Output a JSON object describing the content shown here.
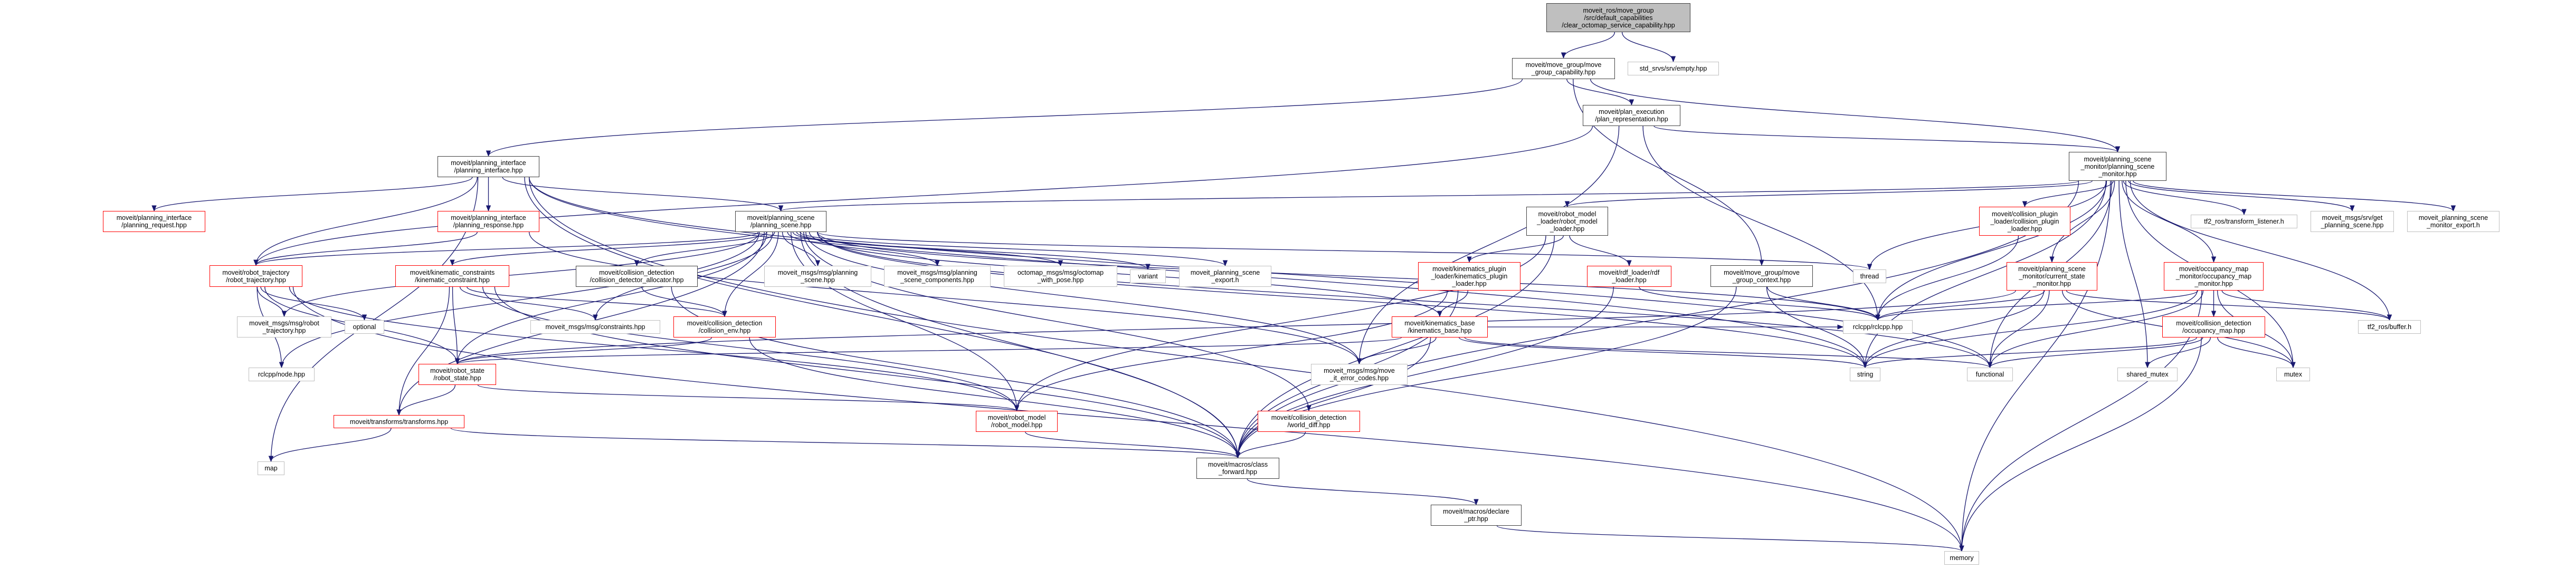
{
  "colors": {
    "edge": "#191970",
    "root_fill": "#bfbfbf",
    "documented_border": "#404040",
    "truncated_border": "#ff0000",
    "external_border": "#bfbfbf"
  },
  "nodes": [
    {
      "id": "root",
      "label": "moveit_ros/move_group\n/src/default_capabilities\n/clear_octomap_service_capability.hpp",
      "kind": "root"
    },
    {
      "id": "mgcap",
      "label": "moveit/move_group/move\n_group_capability.hpp",
      "kind": "documented"
    },
    {
      "id": "std_empty",
      "label": "std_srvs/srv/empty.hpp",
      "kind": "external"
    },
    {
      "id": "plan_rep",
      "label": "moveit/plan_execution\n/plan_representation.hpp",
      "kind": "documented"
    },
    {
      "id": "pi",
      "label": "moveit/planning_interface\n/planning_interface.hpp",
      "kind": "documented"
    },
    {
      "id": "psm",
      "label": "moveit/planning_scene\n_monitor/planning_scene\n_monitor.hpp",
      "kind": "documented"
    },
    {
      "id": "preq",
      "label": "moveit/planning_interface\n/planning_request.hpp",
      "kind": "truncated"
    },
    {
      "id": "presp",
      "label": "moveit/planning_interface\n/planning_response.hpp",
      "kind": "truncated"
    },
    {
      "id": "ps",
      "label": "moveit/planning_scene\n/planning_scene.hpp",
      "kind": "documented"
    },
    {
      "id": "rml",
      "label": "moveit/robot_model\n_loader/robot_model\n_loader.hpp",
      "kind": "documented"
    },
    {
      "id": "cpl",
      "label": "moveit/collision_plugin\n_loader/collision_plugin\n_loader.hpp",
      "kind": "truncated"
    },
    {
      "id": "tf2_listener",
      "label": "tf2_ros/transform_listener.h",
      "kind": "external"
    },
    {
      "id": "get_ps",
      "label": "moveit_msgs/srv/get\n_planning_scene.hpp",
      "kind": "external"
    },
    {
      "id": "psm_export",
      "label": "moveit_planning_scene\n_monitor_export.h",
      "kind": "external"
    },
    {
      "id": "rt",
      "label": "moveit/robot_trajectory\n/robot_trajectory.hpp",
      "kind": "truncated"
    },
    {
      "id": "kc",
      "label": "moveit/kinematic_constraints\n/kinematic_constraint.hpp",
      "kind": "truncated"
    },
    {
      "id": "cda",
      "label": "moveit/collision_detection\n/collision_detector_allocator.hpp",
      "kind": "documented"
    },
    {
      "id": "msg_ps",
      "label": "moveit_msgs/msg/planning\n_scene.hpp",
      "kind": "external"
    },
    {
      "id": "msg_psc",
      "label": "moveit_msgs/msg/planning\n_scene_components.hpp",
      "kind": "external"
    },
    {
      "id": "octo",
      "label": "octomap_msgs/msg/octomap\n_with_pose.hpp",
      "kind": "external"
    },
    {
      "id": "variant",
      "label": "variant",
      "kind": "external"
    },
    {
      "id": "ps_export",
      "label": "moveit_planning_scene\n_export.h",
      "kind": "external"
    },
    {
      "id": "kpl",
      "label": "moveit/kinematics_plugin\n_loader/kinematics_plugin\n_loader.hpp",
      "kind": "truncated"
    },
    {
      "id": "rdf",
      "label": "moveit/rdf_loader/rdf\n_loader.hpp",
      "kind": "truncated"
    },
    {
      "id": "mgctx",
      "label": "moveit/move_group/move\n_group_context.hpp",
      "kind": "documented"
    },
    {
      "id": "thread",
      "label": "thread",
      "kind": "external"
    },
    {
      "id": "csm",
      "label": "moveit/planning_scene\n_monitor/current_state\n_monitor.hpp",
      "kind": "truncated"
    },
    {
      "id": "omm",
      "label": "moveit/occupancy_map\n_monitor/occupancy_map\n_monitor.hpp",
      "kind": "truncated"
    },
    {
      "id": "msg_rt",
      "label": "moveit_msgs/msg/robot\n_trajectory.hpp",
      "kind": "external"
    },
    {
      "id": "optional",
      "label": "optional",
      "kind": "external"
    },
    {
      "id": "constraints",
      "label": "moveit_msgs/msg/constraints.hpp",
      "kind": "external"
    },
    {
      "id": "cenv",
      "label": "moveit/collision_detection\n/collision_env.hpp",
      "kind": "truncated"
    },
    {
      "id": "kb",
      "label": "moveit/kinematics_base\n/kinematics_base.hpp",
      "kind": "truncated"
    },
    {
      "id": "rclcpp",
      "label": "rclcpp/rclcpp.hpp",
      "kind": "external"
    },
    {
      "id": "occ_map",
      "label": "moveit/collision_detection\n/occupancy_map.hpp",
      "kind": "truncated"
    },
    {
      "id": "tf2_buffer",
      "label": "tf2_ros/buffer.h",
      "kind": "external"
    },
    {
      "id": "node_hpp",
      "label": "rclcpp/node.hpp",
      "kind": "external"
    },
    {
      "id": "rs",
      "label": "moveit/robot_state\n/robot_state.hpp",
      "kind": "truncated"
    },
    {
      "id": "err",
      "label": "moveit_msgs/msg/move\n_it_error_codes.hpp",
      "kind": "external"
    },
    {
      "id": "string",
      "label": "string",
      "kind": "external"
    },
    {
      "id": "functional",
      "label": "functional",
      "kind": "external"
    },
    {
      "id": "shared_mutex",
      "label": "shared_mutex",
      "kind": "external"
    },
    {
      "id": "mutex",
      "label": "mutex",
      "kind": "external"
    },
    {
      "id": "transforms",
      "label": "moveit/transforms/transforms.hpp",
      "kind": "truncated"
    },
    {
      "id": "rm",
      "label": "moveit/robot_model\n/robot_model.hpp",
      "kind": "truncated"
    },
    {
      "id": "wd",
      "label": "moveit/collision_detection\n/world_diff.hpp",
      "kind": "truncated"
    },
    {
      "id": "map",
      "label": "map",
      "kind": "external"
    },
    {
      "id": "cf",
      "label": "moveit/macros/class\n_forward.hpp",
      "kind": "documented"
    },
    {
      "id": "dp",
      "label": "moveit/macros/declare\n_ptr.hpp",
      "kind": "documented"
    },
    {
      "id": "memory",
      "label": "memory",
      "kind": "external"
    }
  ],
  "edges": [
    [
      "root",
      "mgcap"
    ],
    [
      "root",
      "std_empty"
    ],
    [
      "mgcap",
      "plan_rep"
    ],
    [
      "mgcap",
      "pi"
    ],
    [
      "mgcap",
      "psm"
    ],
    [
      "mgcap",
      "mgctx"
    ],
    [
      "plan_rep",
      "psm"
    ],
    [
      "plan_rep",
      "rt"
    ],
    [
      "plan_rep",
      "err"
    ],
    [
      "plan_rep",
      "rclcpp"
    ],
    [
      "pi",
      "preq"
    ],
    [
      "pi",
      "presp"
    ],
    [
      "pi",
      "ps"
    ],
    [
      "pi",
      "rt"
    ],
    [
      "pi",
      "cf"
    ],
    [
      "pi",
      "memory"
    ],
    [
      "pi",
      "map"
    ],
    [
      "pi",
      "string"
    ],
    [
      "pi",
      "functional"
    ],
    [
      "presp",
      "rt"
    ],
    [
      "presp",
      "err"
    ],
    [
      "psm",
      "ps"
    ],
    [
      "psm",
      "rml"
    ],
    [
      "psm",
      "cpl"
    ],
    [
      "psm",
      "csm"
    ],
    [
      "psm",
      "omm"
    ],
    [
      "psm",
      "tf2_listener"
    ],
    [
      "psm",
      "get_ps"
    ],
    [
      "psm",
      "psm_export"
    ],
    [
      "psm",
      "thread"
    ],
    [
      "psm",
      "rclcpp"
    ],
    [
      "psm",
      "tf2_buffer"
    ],
    [
      "psm",
      "mutex"
    ],
    [
      "psm",
      "shared_mutex"
    ],
    [
      "psm",
      "memory"
    ],
    [
      "psm",
      "cf"
    ],
    [
      "psm",
      "functional"
    ],
    [
      "psm",
      "string"
    ],
    [
      "ps",
      "cda"
    ],
    [
      "ps",
      "msg_ps"
    ],
    [
      "ps",
      "msg_psc"
    ],
    [
      "ps",
      "octo"
    ],
    [
      "ps",
      "variant"
    ],
    [
      "ps",
      "ps_export"
    ],
    [
      "ps",
      "rt"
    ],
    [
      "ps",
      "kc"
    ],
    [
      "ps",
      "cenv"
    ],
    [
      "ps",
      "rs"
    ],
    [
      "ps",
      "rm"
    ],
    [
      "ps",
      "transforms"
    ],
    [
      "ps",
      "kb"
    ],
    [
      "ps",
      "wd"
    ],
    [
      "ps",
      "cf"
    ],
    [
      "ps",
      "rclcpp"
    ],
    [
      "ps",
      "thread"
    ],
    [
      "ps",
      "functional"
    ],
    [
      "ps",
      "string"
    ],
    [
      "ps",
      "msg_rt"
    ],
    [
      "ps",
      "constraints"
    ],
    [
      "ps",
      "node_hpp"
    ],
    [
      "ps",
      "err"
    ],
    [
      "rt",
      "msg_rt"
    ],
    [
      "rt",
      "optional"
    ],
    [
      "rt",
      "rs"
    ],
    [
      "rt",
      "rm"
    ],
    [
      "rt",
      "node_hpp"
    ],
    [
      "rt",
      "memory"
    ],
    [
      "kc",
      "constraints"
    ],
    [
      "kc",
      "rs"
    ],
    [
      "kc",
      "cenv"
    ],
    [
      "kc",
      "transforms"
    ],
    [
      "kc",
      "rm"
    ],
    [
      "kc",
      "cf"
    ],
    [
      "cda",
      "cenv"
    ],
    [
      "cda",
      "cf"
    ],
    [
      "cenv",
      "rs"
    ],
    [
      "cenv",
      "cf"
    ],
    [
      "rs",
      "transforms"
    ],
    [
      "rs",
      "rm"
    ],
    [
      "transforms",
      "map"
    ],
    [
      "transforms",
      "cf"
    ],
    [
      "rm",
      "cf"
    ],
    [
      "wd",
      "cf"
    ],
    [
      "cf",
      "dp"
    ],
    [
      "dp",
      "memory"
    ],
    [
      "rml",
      "kpl"
    ],
    [
      "rml",
      "rdf"
    ],
    [
      "rml",
      "rm"
    ],
    [
      "rml",
      "cf"
    ],
    [
      "kpl",
      "kb"
    ],
    [
      "kpl",
      "cf"
    ],
    [
      "kpl",
      "rm"
    ],
    [
      "kb",
      "err"
    ],
    [
      "kb",
      "rs"
    ],
    [
      "kb",
      "cf"
    ],
    [
      "kb",
      "string"
    ],
    [
      "kb",
      "functional"
    ],
    [
      "kb",
      "rclcpp"
    ],
    [
      "rdf",
      "rclcpp"
    ],
    [
      "rdf",
      "cf"
    ],
    [
      "mgctx",
      "rclcpp"
    ],
    [
      "mgctx",
      "string"
    ],
    [
      "mgctx",
      "cf"
    ],
    [
      "cpl",
      "rclcpp"
    ],
    [
      "csm",
      "rclcpp"
    ],
    [
      "csm",
      "rs"
    ],
    [
      "csm",
      "string"
    ],
    [
      "csm",
      "functional"
    ],
    [
      "csm",
      "tf2_buffer"
    ],
    [
      "csm",
      "mutex"
    ],
    [
      "omm",
      "occ_map"
    ],
    [
      "omm",
      "rclcpp"
    ],
    [
      "omm",
      "tf2_buffer"
    ],
    [
      "omm",
      "mutex"
    ],
    [
      "omm",
      "string"
    ],
    [
      "omm",
      "functional"
    ],
    [
      "omm",
      "memory"
    ],
    [
      "occ_map",
      "string"
    ],
    [
      "occ_map",
      "functional"
    ],
    [
      "occ_map",
      "shared_mutex"
    ],
    [
      "occ_map",
      "mutex"
    ],
    [
      "occ_map",
      "memory"
    ]
  ]
}
